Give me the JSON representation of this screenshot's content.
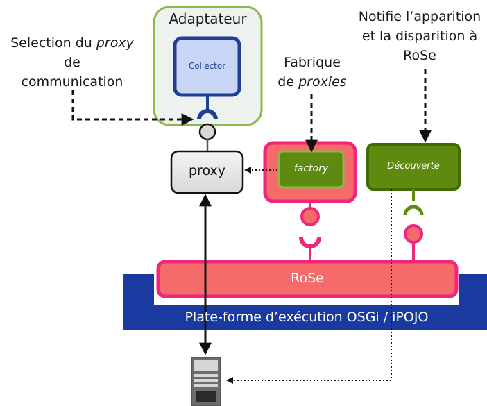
{
  "labels": {
    "adaptateur": "Adaptateur",
    "collector": "Collector",
    "proxy": "proxy",
    "factory": "factory",
    "decouverte": "Découverte",
    "rose": "RoSe",
    "platform": "Plate-forme d’exécution OSGi / iPOJO"
  },
  "annotations": {
    "selection": {
      "line1_pre": "Selection du ",
      "line1_em": "proxy",
      "line2": "de",
      "line3": "communication"
    },
    "fabrique": {
      "line1": "Fabrique",
      "line2_pre": "de ",
      "line2_em": "proxies"
    },
    "notifie": {
      "line1": "Notifie l’apparition",
      "line2": "et la disparition à",
      "line3": "RoSe"
    }
  },
  "icons": [
    "server-icon"
  ],
  "colors": {
    "green_border": "#8db84a",
    "green_box": "#5e8a10",
    "blue_box": "#1f3e98",
    "pink": "#f0267a",
    "pink_fill": "#f56a6a",
    "platform": "#1a3aa0",
    "text_white": "#ffffff"
  }
}
